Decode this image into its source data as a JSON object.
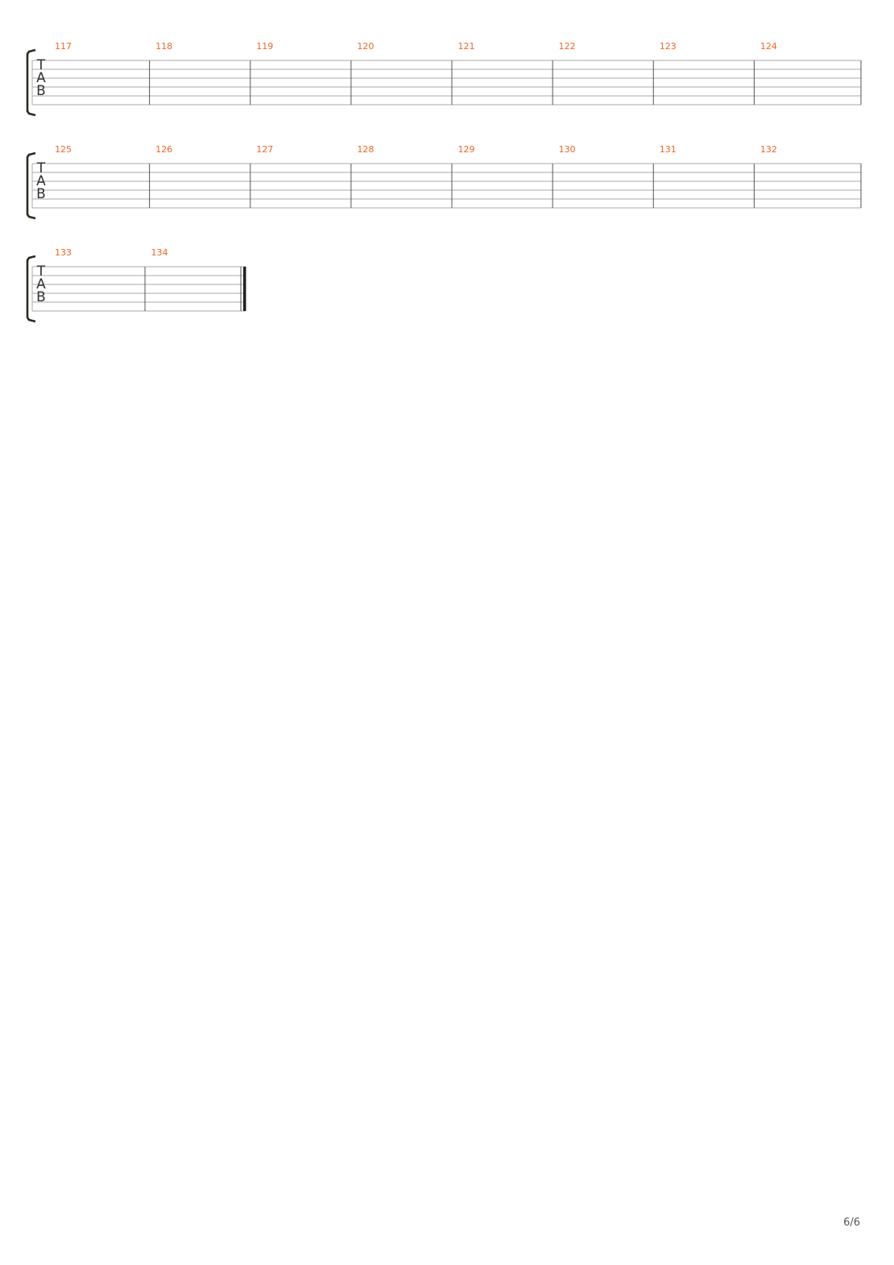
{
  "document": {
    "type": "tablature",
    "page_number": "6/6"
  },
  "colors": {
    "measure_number": "#f26522",
    "staff_line": "#aaaaaa",
    "barline": "#555555",
    "bracket": "#2a2a1e",
    "clef": "#333333"
  },
  "clef": {
    "letters": [
      "T",
      "A",
      "B"
    ]
  },
  "systems": [
    {
      "measures": [
        "117",
        "118",
        "119",
        "120",
        "121",
        "122",
        "123",
        "124"
      ],
      "final_barline": false
    },
    {
      "measures": [
        "125",
        "126",
        "127",
        "128",
        "129",
        "130",
        "131",
        "132"
      ],
      "final_barline": false
    },
    {
      "measures": [
        "133",
        "134"
      ],
      "final_barline": true
    }
  ]
}
